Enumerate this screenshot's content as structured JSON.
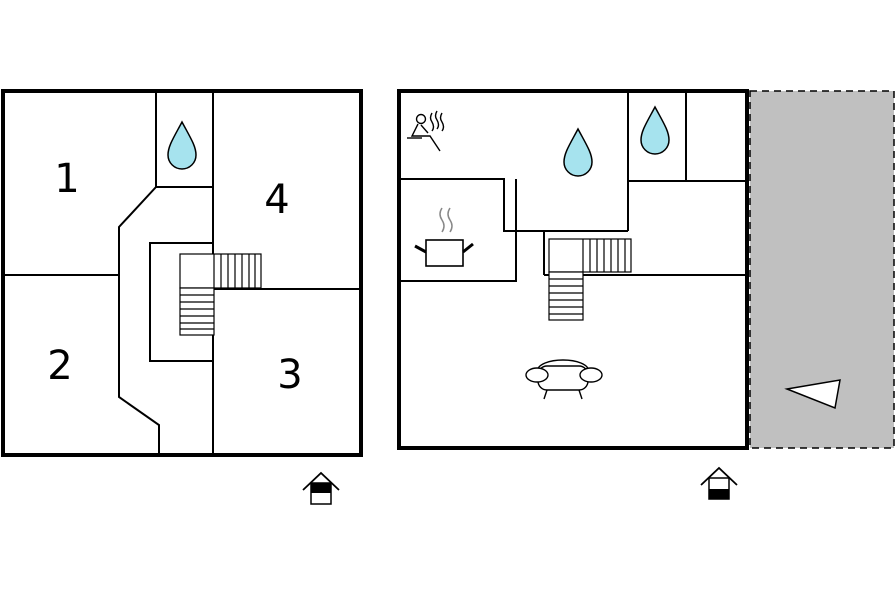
{
  "floor_upper": {
    "room_numbers": [
      "1",
      "2",
      "3",
      "4"
    ],
    "icons": [
      "water-drop-icon",
      "staircase-icon",
      "floor-level-house-icon"
    ]
  },
  "floor_ground": {
    "icons": [
      "sauna-icon",
      "water-drop-icon",
      "water-drop-icon",
      "cooking-pot-icon",
      "staircase-icon",
      "sofa-icon",
      "floor-level-house-icon"
    ],
    "terrace": {
      "fill": "#c0c0c0",
      "icon": "direction-triangle-icon"
    }
  },
  "colors": {
    "water": "#a6e3ee",
    "terrace": "#c0c0c0",
    "wall": "#000000"
  }
}
